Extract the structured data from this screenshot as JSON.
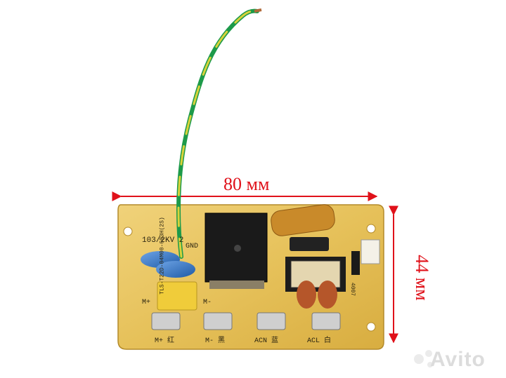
{
  "dimensions": {
    "width_label": "80 мм",
    "height_label": "44 мм"
  },
  "board": {
    "capacitor_marking": "103/2KV 2",
    "gnd_label": "GND",
    "board_code": "TLS-T22D-04M00-603H(2S)",
    "motor_plus_label": "M+",
    "motor_minus_label": "M-",
    "diode_marking": "4007",
    "terminals": [
      "M+ 红",
      "M- 黑",
      "ACN 蓝",
      "ACL 白"
    ]
  },
  "watermark": "Avito",
  "colors": {
    "dimension": "#e0111a",
    "pcb": "#e6c15a",
    "wire_yellow": "#d8d23a",
    "wire_green": "#1d9a4a",
    "capacitor_blue": "#3a78c8"
  }
}
